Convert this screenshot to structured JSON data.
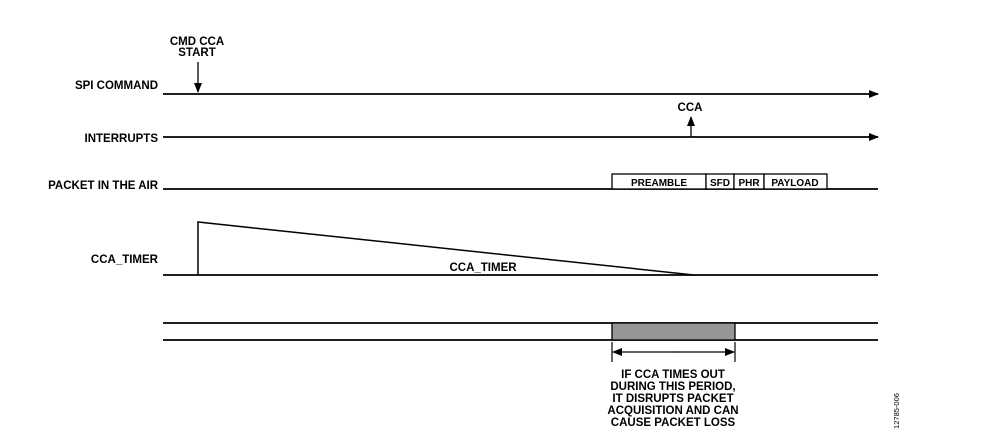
{
  "rows": {
    "spi_command": "SPI COMMAND",
    "interrupts": "INTERRUPTS",
    "packet_in_air": "PACKET IN THE AIR",
    "cca_timer": "CCA_TIMER"
  },
  "annotations": {
    "cmd_cca_start_line1": "CMD CCA",
    "cmd_cca_start_line2": "START",
    "cca_interrupt": "CCA",
    "cca_timer_ramp": "CCA_TIMER"
  },
  "packet_fields": {
    "preamble": "PREAMBLE",
    "sfd": "SFD",
    "phr": "PHR",
    "payload": "PAYLOAD"
  },
  "note_lines": [
    "IF CCA TIMES OUT",
    "DURING THIS PERIOD,",
    "IT DISRUPTS PACKET",
    "ACQUISITION AND CAN",
    "CAUSE PACKET LOSS"
  ],
  "figure_id": "12785-006",
  "colors": {
    "line": "#000000",
    "shaded_period": "#969696"
  }
}
